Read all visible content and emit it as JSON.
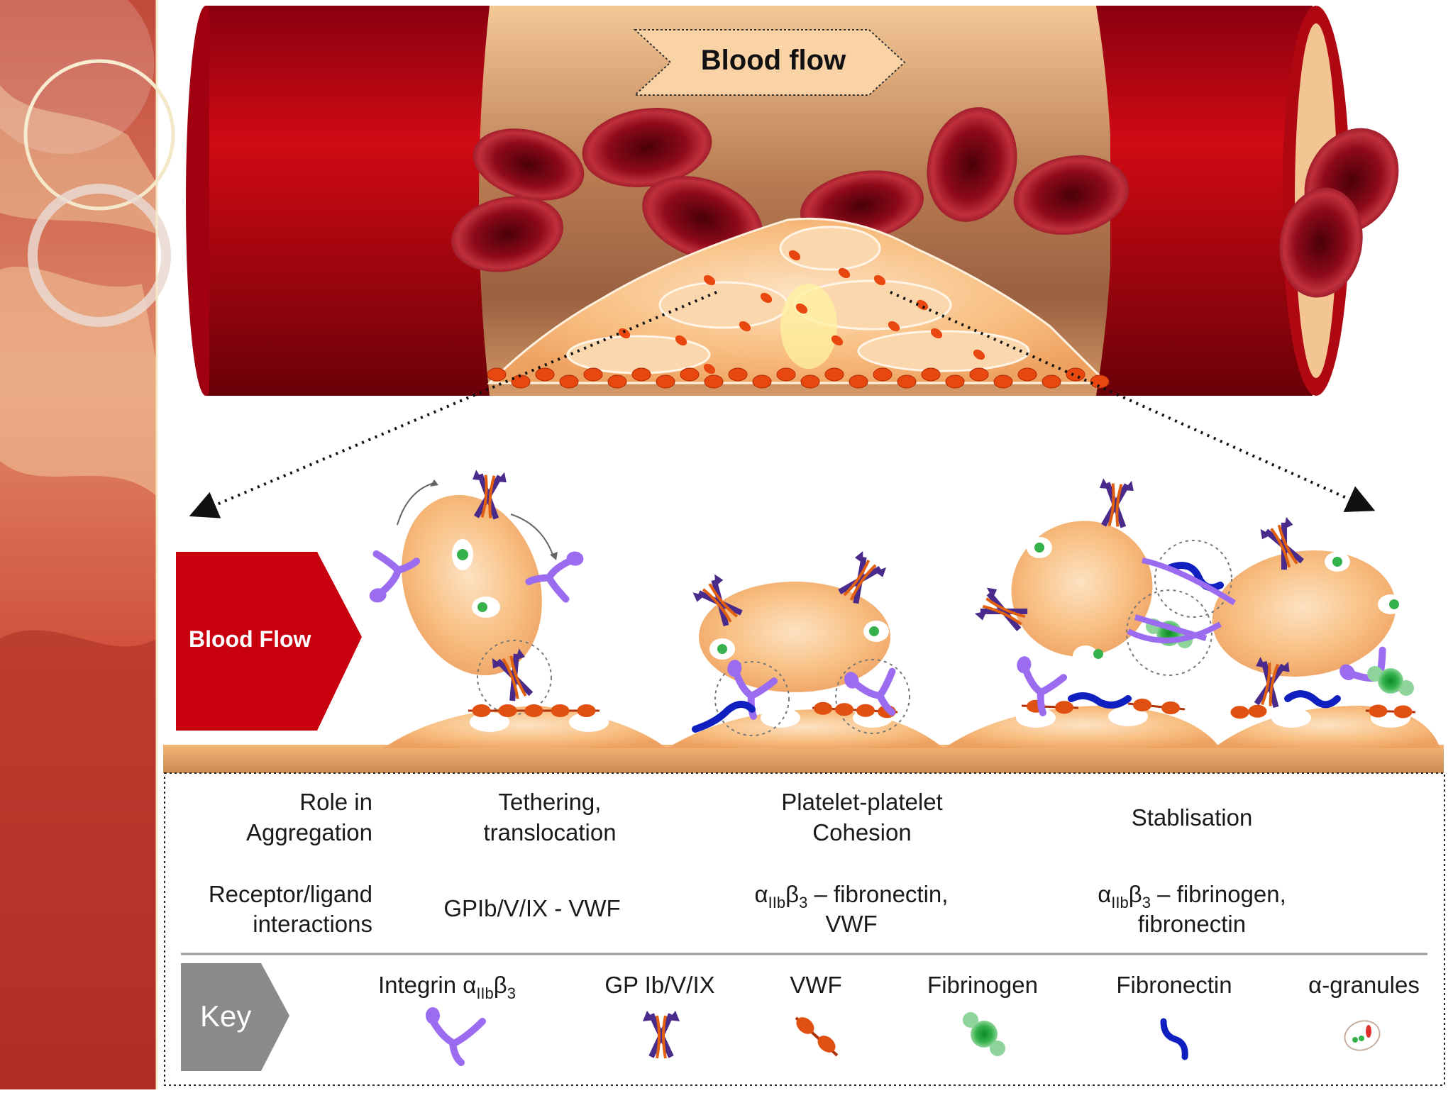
{
  "top_banner": {
    "label": "Blood flow"
  },
  "side_arrow": {
    "label": "Blood Flow"
  },
  "table": {
    "row1_header_line1": "Role in",
    "row1_header_line2": "Aggregation",
    "col1_role_line1": "Tethering,",
    "col1_role_line2": "translocation",
    "col2_role_line1": "Platelet-platelet",
    "col2_role_line2": "Cohesion",
    "col3_role": "Stablisation",
    "row2_header_line1": "Receptor/ligand",
    "row2_header_line2": "interactions",
    "col1_interaction": "GPIb/V/IX - VWF",
    "alpha": "α",
    "sub_IIb": "IIb",
    "beta": "β",
    "sub_3": "3",
    "col2_interaction_rest": " – fibronectin,",
    "col2_interaction_line2": "VWF",
    "col3_interaction_rest": " – fibrinogen,",
    "col3_interaction_line2": "fibronectin"
  },
  "key": {
    "label": "Key",
    "integrin_prefix": "Integrin ",
    "gp": "GP Ib/V/IX",
    "vwf": "VWF",
    "fibrinogen": "Fibrinogen",
    "fibronectin": "Fibronectin",
    "granules": "α-granules"
  },
  "colors": {
    "vessel_red": "#c00010",
    "vessel_dark": "#6a0008",
    "platelet": "#f6b777",
    "integrin": "#9b6cf0",
    "gp_receptor": "#4a2a8a",
    "vwf": "#e05010",
    "fibrinogen": "#2aa040",
    "fibronectin": "#1020c0",
    "key_box": "#8a8a8a"
  }
}
